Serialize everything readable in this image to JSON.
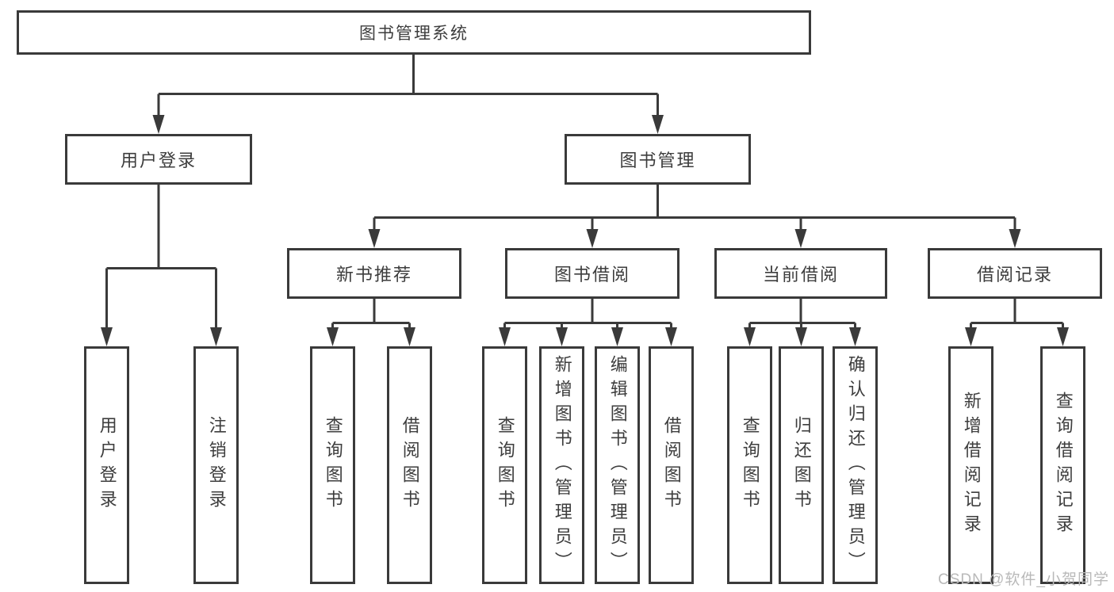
{
  "nodes": {
    "root": "图书管理系统",
    "user_login": "用户登录",
    "book_management": "图书管理",
    "new_book_recommend": "新书推荐",
    "book_borrowing": "图书借阅",
    "current_borrowing": "当前借阅",
    "borrowing_records": "借阅记录",
    "leaves": {
      "user_login": "用户登录",
      "logout": "注销登录",
      "query_books_new_rec": "查询图书",
      "borrow_books_new_rec": "借阅图书",
      "query_books_borrowing": "查询图书",
      "add_books_admin": "新增图书（管理员）",
      "edit_books_admin": "编辑图书（管理员）",
      "borrow_books_borrowing": "借阅图书",
      "query_books_current": "查询图书",
      "return_books": "归还图书",
      "confirm_return_admin": "确认归还（管理员）",
      "add_borrow_record": "新增借阅记录",
      "query_borrow_record": "查询借阅记录"
    }
  },
  "hierarchy": {
    "图书管理系统": {
      "用户登录": [
        "用户登录",
        "注销登录"
      ],
      "图书管理": {
        "新书推荐": [
          "查询图书",
          "借阅图书"
        ],
        "图书借阅": [
          "查询图书",
          "新增图书（管理员）",
          "编辑图书（管理员）",
          "借阅图书"
        ],
        "当前借阅": [
          "查询图书",
          "归还图书",
          "确认归还（管理员）"
        ],
        "借阅记录": [
          "新增借阅记录",
          "查询借阅记录"
        ]
      }
    }
  },
  "watermark": "CSDN @软件_小贺同学",
  "colors": {
    "line": "#3a3a3a",
    "text": "#3d3d3d",
    "box_background": "#ffffff",
    "watermark_text": "#b9b9b9"
  }
}
